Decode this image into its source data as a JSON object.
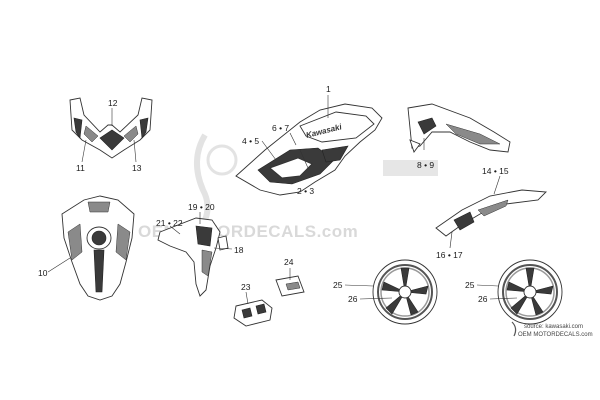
{
  "callouts": {
    "c1": "1",
    "c2_3": "2 • 3",
    "c4_5": "4 • 5",
    "c6_7": "6 • 7",
    "c8_9": "8 • 9",
    "c10": "10",
    "c11": "11",
    "c12": "12",
    "c13": "13",
    "c14_15": "14 • 15",
    "c16_17": "16 • 17",
    "c18": "18",
    "c19_20": "19 • 20",
    "c21_22": "21 • 22",
    "c23": "23",
    "c24": "24",
    "c25a": "25",
    "c26a": "26",
    "c25b": "25",
    "c26b": "26"
  },
  "decal_text": "Kawasaki",
  "watermark": "OEMMOTORDECALS.com",
  "source": {
    "line1": "source: kawasaki.com",
    "line2": "OEM MOTORDECALS.com"
  },
  "colors": {
    "decal_dark": "#3a3a3a",
    "outline": "#333333",
    "watermark": "#d9d9d9"
  }
}
